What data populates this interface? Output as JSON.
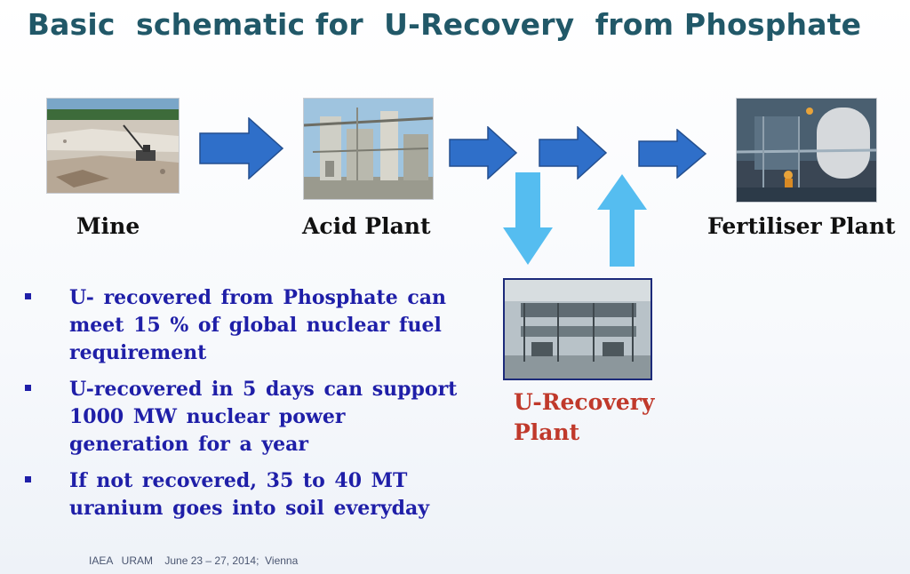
{
  "title": "Basic  schematic for  U-Recovery  from Phosphate",
  "stages": {
    "mine": "Mine",
    "acid_plant": "Acid Plant",
    "fertiliser_plant": "Fertiliser Plant",
    "u_recovery_line1": "U-Recovery",
    "u_recovery_line2": "Plant"
  },
  "bullets": [
    "U- recovered  from  Phosphate  can meet  15 %  of global  nuclear  fuel requirement",
    "U-recovered  in  5 days  can  support 1000 MW  nuclear   power generation   for   a   year",
    "If  not  recovered,  35 to 40 MT uranium  goes  into  soil  everyday"
  ],
  "footer": "IAEA   URAM    June 23 – 27, 2014;  Vienna",
  "colors": {
    "title": "#215868",
    "bullet_text": "#1f1fa8",
    "u_recovery_label": "#c0392b",
    "flow_arrow": "#2f6fc9",
    "side_arrow": "#55bdf0"
  }
}
